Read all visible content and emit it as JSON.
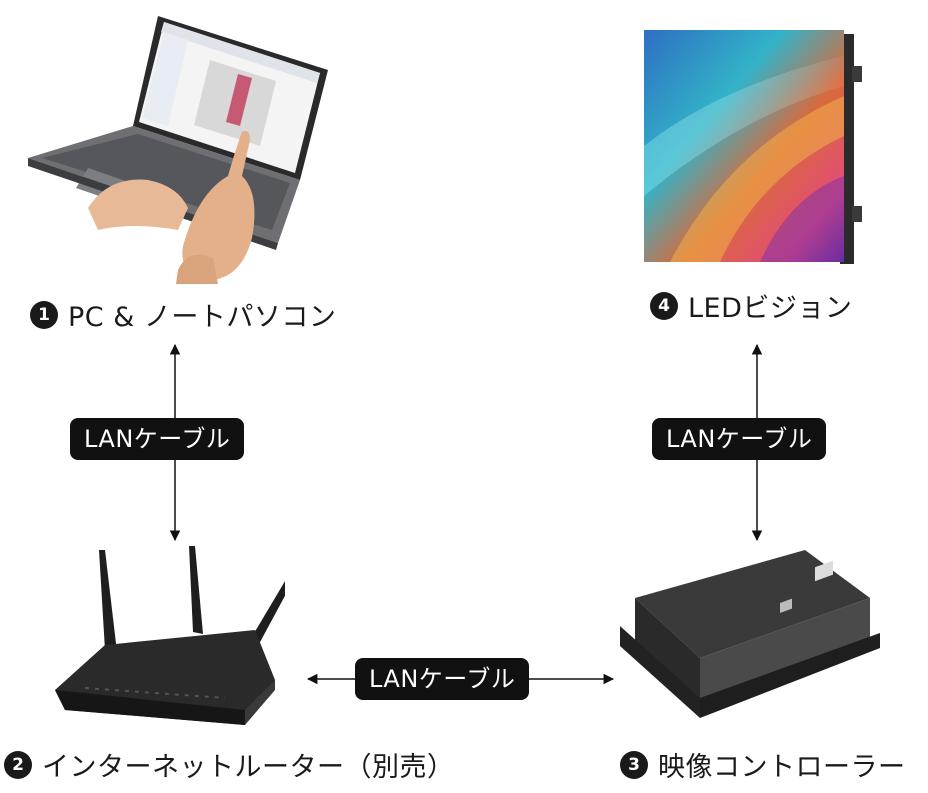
{
  "nodes": [
    {
      "number": "1",
      "label": "PC & ノートパソコン"
    },
    {
      "number": "4",
      "label": "LEDビジョン"
    },
    {
      "number": "2",
      "label": "インターネットルーター（別売）"
    },
    {
      "number": "3",
      "label": "映像コントローラー"
    }
  ],
  "cables": [
    {
      "label": "LANケーブル"
    },
    {
      "label": "LANケーブル"
    },
    {
      "label": "LANケーブル"
    }
  ]
}
